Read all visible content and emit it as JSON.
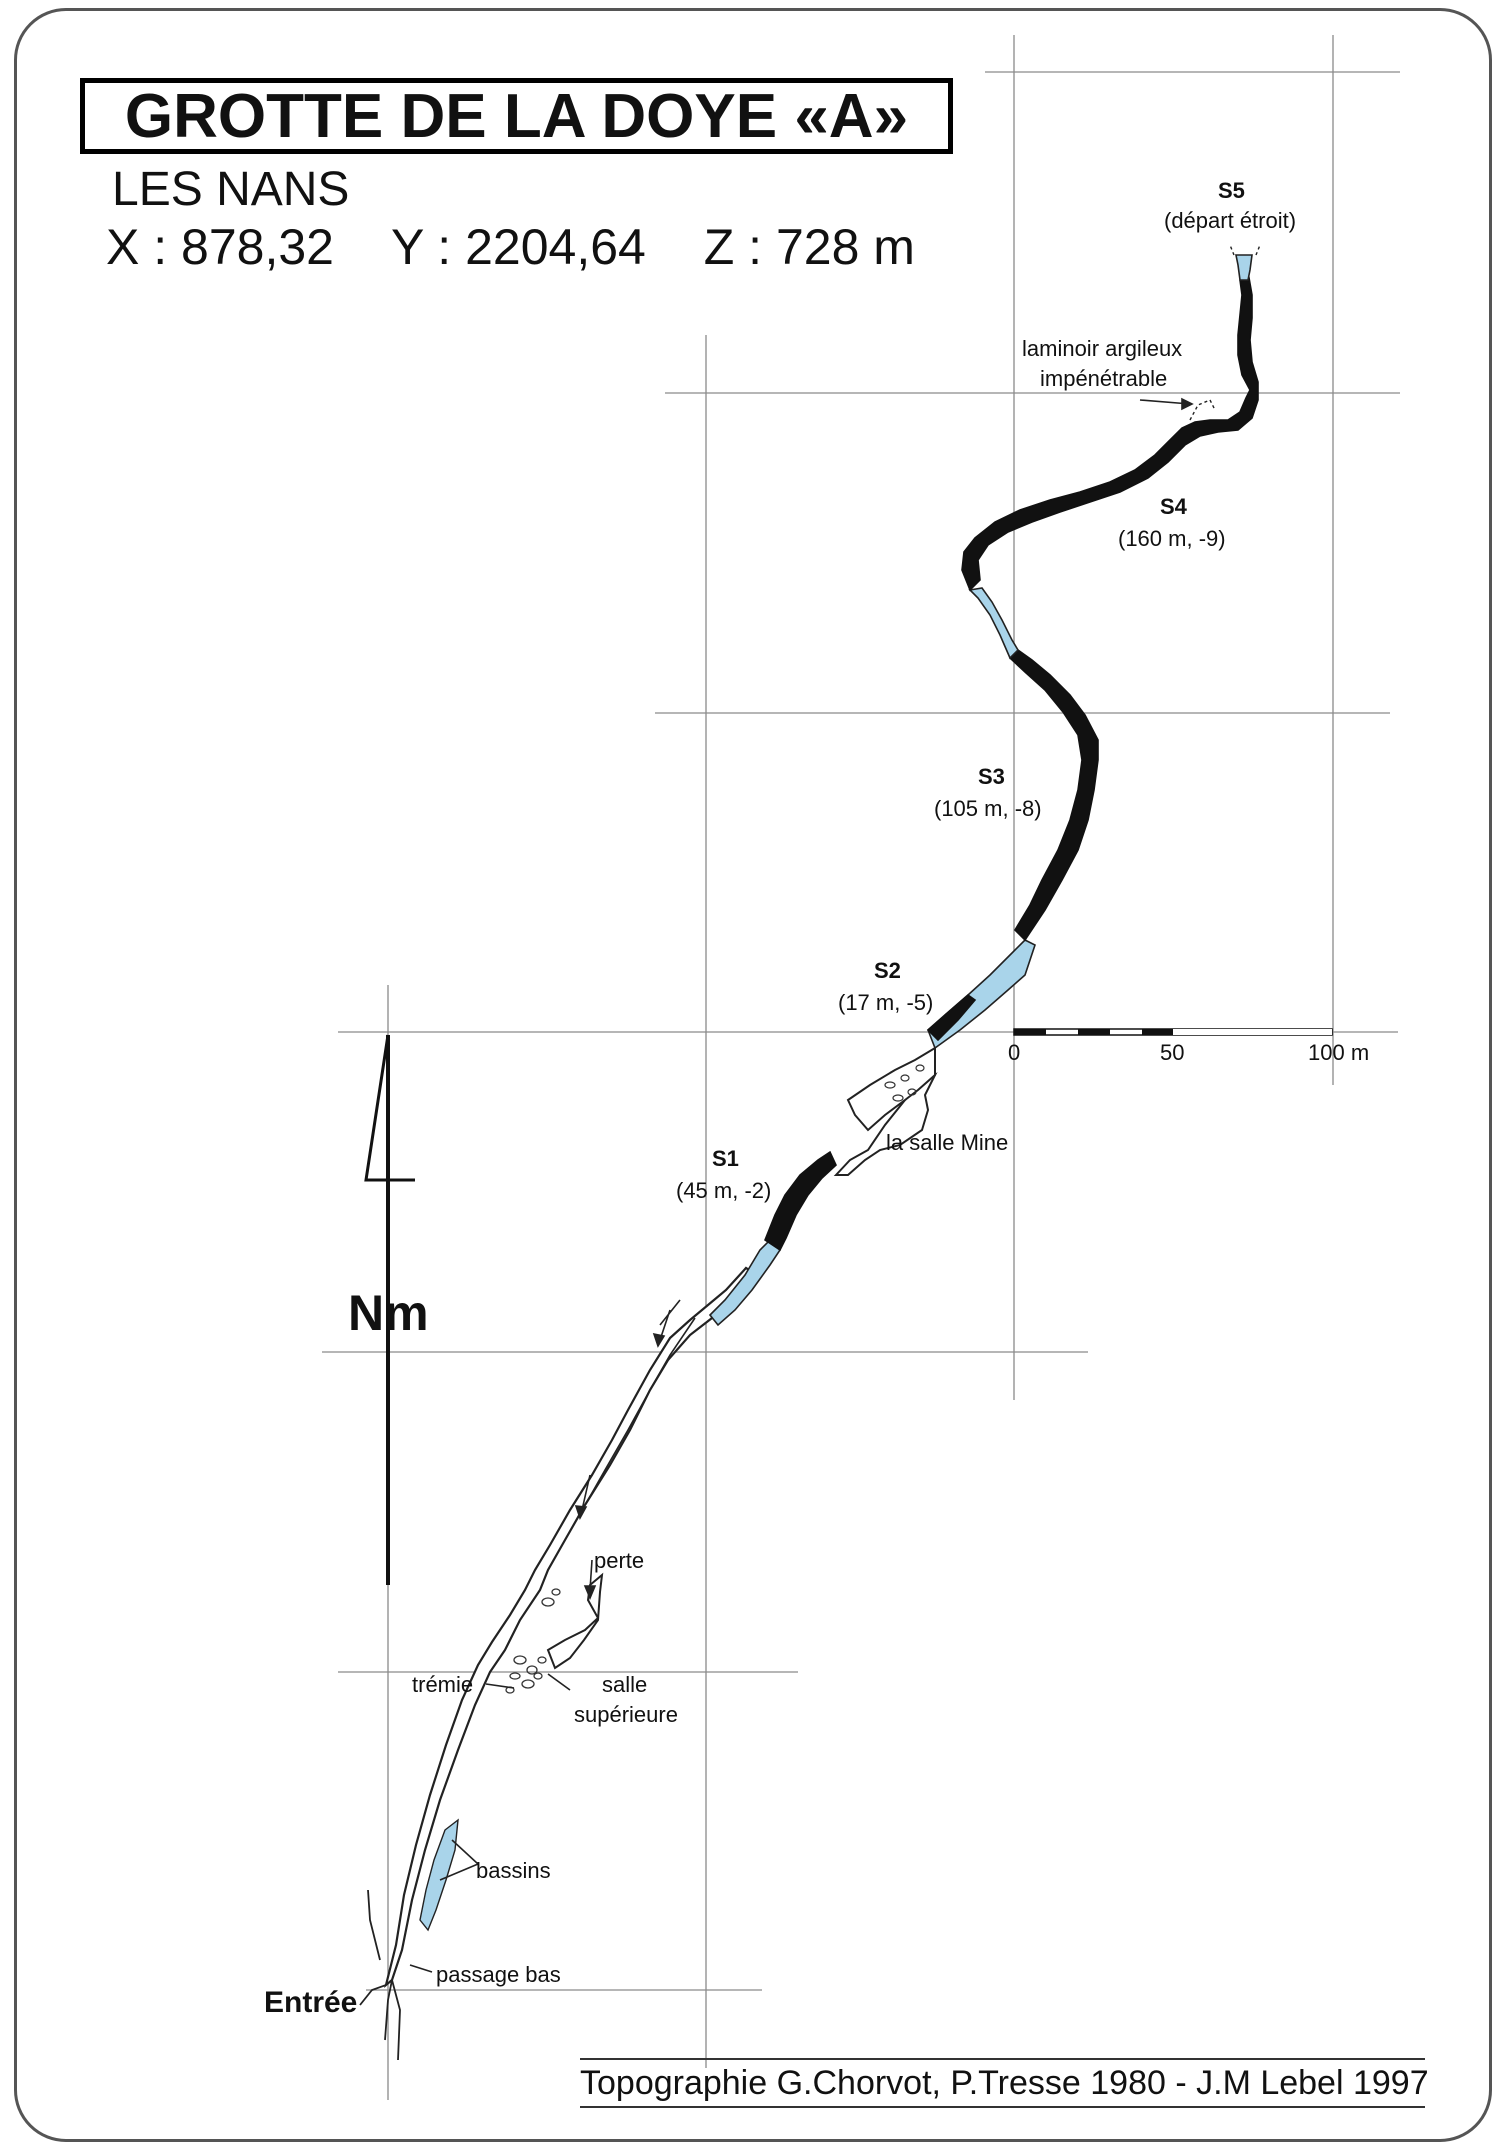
{
  "title": "GROTTE DE LA DOYE «A»",
  "commune": "LES NANS",
  "coords": {
    "x": "X : 878,32",
    "y": "Y : 2204,64",
    "z": "Z : 728 m"
  },
  "north_label": "Nm",
  "scale": {
    "ticks": [
      "0",
      "50",
      "100 m"
    ]
  },
  "sumps": [
    {
      "name": "S1",
      "detail": "(45 m, -2)"
    },
    {
      "name": "S2",
      "detail": "(17 m, -5)"
    },
    {
      "name": "S3",
      "detail": "(105 m, -8)"
    },
    {
      "name": "S4",
      "detail": "(160 m, -9)"
    },
    {
      "name": "S5",
      "detail": "(départ étroit)"
    }
  ],
  "labels": {
    "laminoir_1": "laminoir argileux",
    "laminoir_2": "impénétrable",
    "salle_mine": "la salle Mine",
    "perte": "perte",
    "tremie": "trémie",
    "salle_1": "salle",
    "salle_2": "supérieure",
    "bassins": "bassins",
    "passage_bas": "passage bas",
    "entree": "Entrée"
  },
  "credit": "Topographie G.Chorvot, P.Tresse 1980 - J.M Lebel 1997",
  "colors": {
    "water": "#a9d4ea",
    "flooded": "#111111",
    "outline": "#222222",
    "grid": "#8a8a8a"
  }
}
